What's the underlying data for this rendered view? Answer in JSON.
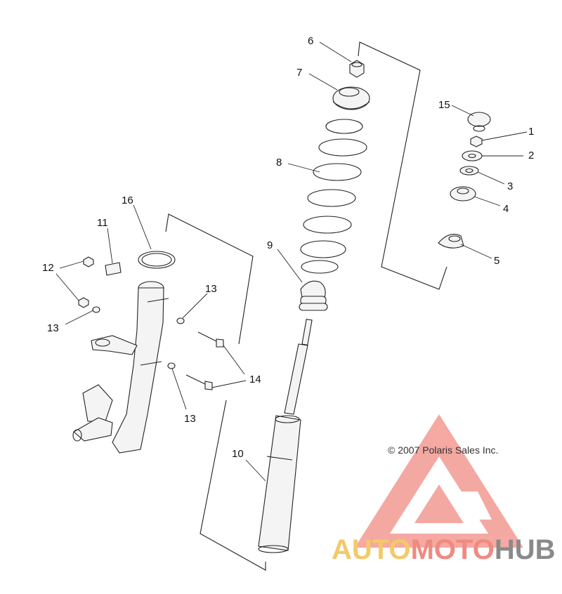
{
  "callouts": [
    "1",
    "2",
    "3",
    "4",
    "5",
    "6",
    "7",
    "8",
    "9",
    "10",
    "11",
    "12",
    "13",
    "14",
    "15",
    "16"
  ],
  "copyright": "© 2007 Polaris Sales Inc.",
  "watermark": {
    "part1": "AUTO",
    "part2": "MOTO",
    "part3": "HUB",
    "colors": {
      "auto": "#f3c96a",
      "moto": "#f08a80",
      "hub": "#8a8a8a",
      "logo": "#f39a92"
    }
  }
}
